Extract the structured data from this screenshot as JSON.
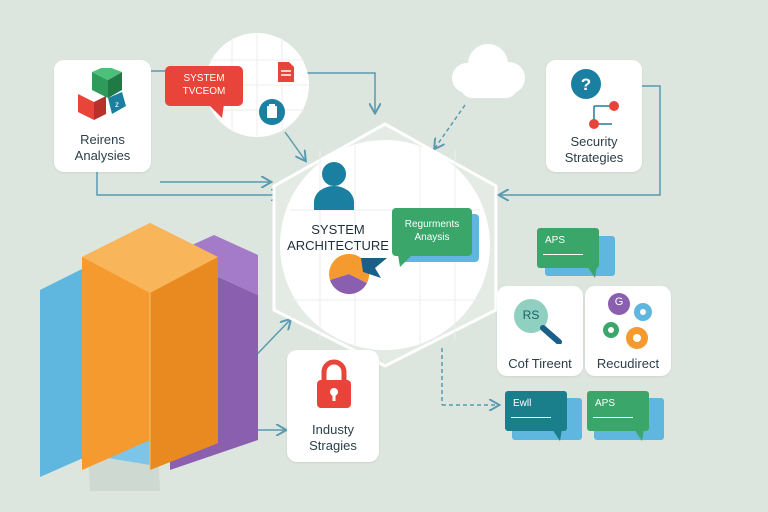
{
  "colors": {
    "background": "#dde6de",
    "teal": "#1a8a8a",
    "green": "#3aa66a",
    "orange": "#f59a2e",
    "purple": "#8a5fb0",
    "blue": "#5fb6de",
    "red": "#e8443a",
    "connector": "#5a9ab0"
  },
  "cards": {
    "requirements": {
      "label": "Reirens Analysies",
      "icon": "isometric-cubes-icon"
    },
    "security": {
      "label": "Security Strategies",
      "icon": "question-circuit-icon"
    },
    "industry": {
      "label": "Industy Stragies",
      "icon": "padlock-icon"
    },
    "cof": {
      "label": "Cof Tireent",
      "badge": "RS",
      "icon": "magnifier-icon"
    },
    "recudirect": {
      "label": "Recudirect",
      "badge": "G",
      "icon": "gears-icon"
    }
  },
  "top_circle": {
    "bubble": "SYSTEM TVCEOM",
    "icons": [
      "document-icon",
      "clipboard-icon"
    ]
  },
  "center": {
    "title": "SYSTEM ARCHITECTURE",
    "bubble": "Regurments Anaysis",
    "icons": [
      "user-icon",
      "pie-chart-icon"
    ]
  },
  "chat_bubbles": {
    "aps_top": "APS",
    "aps_bottom": "APS",
    "ewll": "Ewll"
  },
  "decor": {
    "cloud": "cloud-icon",
    "prism": "prism-blocks"
  }
}
